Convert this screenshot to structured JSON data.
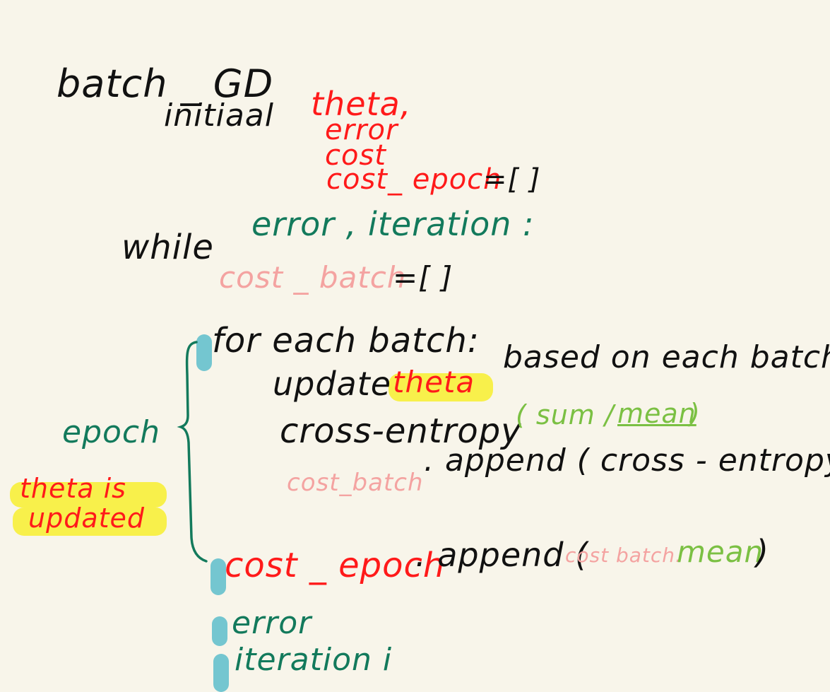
{
  "colors": {
    "background": "#f8f5ea",
    "ink_black": "#111111",
    "ink_red": "#ff1a1a",
    "ink_teal": "#137a5c",
    "ink_pink": "#f4a3a1",
    "ink_lime": "#7bc043",
    "highlighter_yellow": "#f7ef3a",
    "marker_cyan": "#74c6d0"
  },
  "note": {
    "title": "batch _ GD",
    "initial_word": "initiaal",
    "init_vars": [
      "theta,",
      "error",
      "cost",
      "cost_ epoch"
    ],
    "init_assign": "=[ ]",
    "while_kw": "while",
    "while_cond": "error , iteration :",
    "cost_batch_var": "cost _ batch",
    "cost_batch_assign": "=[ ]",
    "for_line": "for each batch:",
    "update_word": "update",
    "update_theta": "theta",
    "update_rest": "based on each batch",
    "cross_entropy": "cross-entropy",
    "sum_mean_open": "( sum /",
    "sum_mean_mean": "mean",
    "sum_mean_close": ")",
    "append_var": "cost_batch",
    "append_rest": ". append ( cross - entropy )",
    "epoch_label": "epoch",
    "theta_note_line1": "theta is",
    "theta_note_line2": "updated",
    "epoch_append_var": "cost _ epoch",
    "epoch_append_mid": ". append (",
    "epoch_append_arg": "cost batch.",
    "epoch_append_mean": "mean",
    "epoch_append_close": ")",
    "error_line": "error",
    "iteration_line": "iteration i"
  }
}
